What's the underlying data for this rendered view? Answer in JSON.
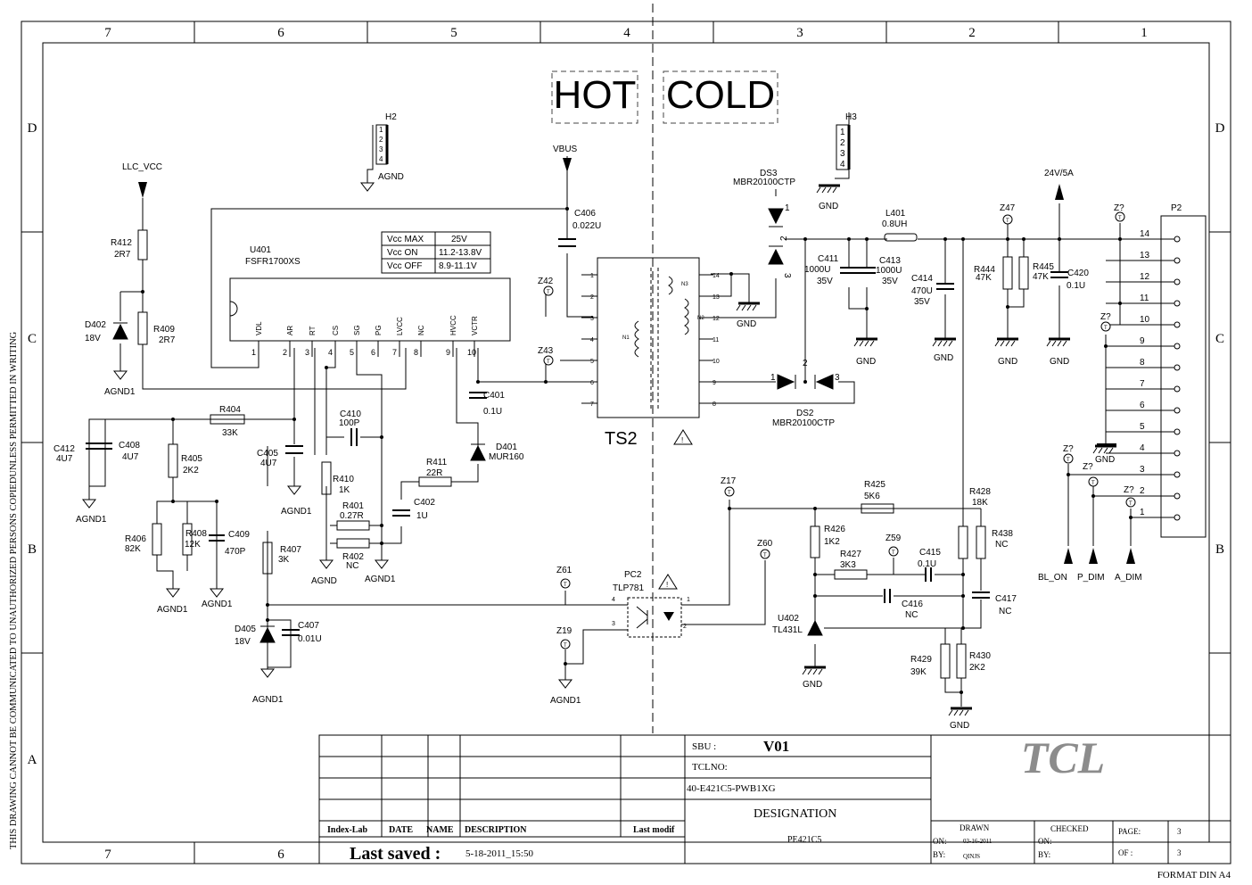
{
  "border": {
    "cols_top": [
      "7",
      "6",
      "5",
      "4",
      "3",
      "2",
      "1"
    ],
    "cols_bottom": [
      "7",
      "6"
    ],
    "rows": [
      "D",
      "C",
      "B",
      "A"
    ],
    "side_note": "THIS DRAWING CANNOT BE COMMUNICATED TO UNAUTHORIZED PERSONS COPIEDUNLESS  PERMITTED IN WRITING",
    "format": "FORMAT DIN A4"
  },
  "headings": {
    "hot": "HOT",
    "cold": "COLD",
    "transformer": "TS2"
  },
  "table": {
    "rows": [
      {
        "k": "Vcc MAX",
        "v": "25V"
      },
      {
        "k": "Vcc  ON",
        "v": "11.2-13.8V"
      },
      {
        "k": "Vcc OFF",
        "v": "8.9-11.1V"
      }
    ]
  },
  "ic": {
    "ref": "U401",
    "part": "FSFR1700XS",
    "pins": [
      {
        "name": "VDL",
        "num": "1"
      },
      {
        "name": "AR",
        "num": "2"
      },
      {
        "name": "RT",
        "num": "3"
      },
      {
        "name": "CS",
        "num": "4"
      },
      {
        "name": "SG",
        "num": "5"
      },
      {
        "name": "PG",
        "num": "6"
      },
      {
        "name": "LVCC",
        "num": "7"
      },
      {
        "name": "NC",
        "num": "8"
      },
      {
        "name": "HVCC",
        "num": "9"
      },
      {
        "name": "VCTR",
        "num": "10"
      }
    ]
  },
  "connector_h2": {
    "ref": "H2",
    "pins": [
      "1",
      "2",
      "3",
      "4"
    ],
    "gnd": "AGND"
  },
  "connector_h3": {
    "ref": "H3",
    "pins": [
      "1",
      "2",
      "3",
      "4"
    ],
    "gnd": "GND"
  },
  "connector_p2": {
    "ref": "P2",
    "pins": [
      "14",
      "13",
      "12",
      "11",
      "10",
      "9",
      "8",
      "7",
      "6",
      "5",
      "4",
      "3",
      "2",
      "1"
    ]
  },
  "transformer_pins": {
    "left": [
      "1",
      "2",
      "3",
      "4",
      "5",
      "6",
      "7"
    ],
    "right": [
      "14",
      "13",
      "12",
      "11",
      "10",
      "9",
      "8"
    ],
    "windings": [
      "N3",
      "N2",
      "N1"
    ]
  },
  "nets": {
    "llc_vcc": "LLC_VCC",
    "vbus": "VBUS",
    "out24": "24V/5A",
    "bl_on": "BL_ON",
    "p_dim": "P_DIM",
    "a_dim": "A_DIM"
  },
  "components": {
    "r412": [
      "R412",
      "2R7"
    ],
    "r409": [
      "R409",
      "2R7"
    ],
    "d402": [
      "D402",
      "18V"
    ],
    "c406": [
      "C406",
      "0.022U"
    ],
    "ds3": [
      "DS3",
      "MBR20100CTP"
    ],
    "ds2": [
      "DS2",
      "MBR20100CTP"
    ],
    "l401": [
      "L401",
      "0.8UH"
    ],
    "c411": [
      "C411",
      "1000U",
      "35V"
    ],
    "c413": [
      "C413",
      "1000U",
      "35V"
    ],
    "c414": [
      "C414",
      "470U",
      "35V"
    ],
    "r444": [
      "R444",
      "47K"
    ],
    "r445": [
      "R445",
      "47K"
    ],
    "c420": [
      "C420",
      "0.1U"
    ],
    "c401": [
      "C401",
      "0.1U"
    ],
    "d401": [
      "D401",
      "MUR160"
    ],
    "r404": [
      "R404",
      "33K"
    ],
    "c412": [
      "C412",
      "4U7"
    ],
    "c408": [
      "C408",
      "4U7"
    ],
    "r405": [
      "R405",
      "2K2"
    ],
    "c405": [
      "C405",
      "4U7"
    ],
    "c410": [
      "C410",
      "100P"
    ],
    "r410": [
      "R410",
      "1K"
    ],
    "r411": [
      "R411",
      "22R"
    ],
    "r401": [
      "R401",
      "0.27R"
    ],
    "r402": [
      "R402",
      "NC"
    ],
    "c402": [
      "C402",
      "1U"
    ],
    "r406": [
      "R406",
      "82K"
    ],
    "r408": [
      "R408",
      "12K"
    ],
    "c409": [
      "C409",
      "470P"
    ],
    "r407": [
      "R407",
      "3K"
    ],
    "d405": [
      "D405",
      "18V"
    ],
    "c407": [
      "C407",
      "0.01U"
    ],
    "pc2": [
      "PC2",
      "TLP781"
    ],
    "r425": [
      "R425",
      "5K6"
    ],
    "r428": [
      "R428",
      "18K"
    ],
    "r426": [
      "R426",
      "1K2"
    ],
    "r427": [
      "R427",
      "3K3"
    ],
    "c415": [
      "C415",
      "0.1U"
    ],
    "r438": [
      "R438",
      "NC"
    ],
    "c416": [
      "C416",
      "NC"
    ],
    "c417": [
      "C417",
      "NC"
    ],
    "u402": [
      "U402",
      "TL431L"
    ],
    "r429": [
      "R429",
      "39K"
    ],
    "r430": [
      "R430",
      "2K2"
    ]
  },
  "testpoints": {
    "z42": "Z42",
    "z43": "Z43",
    "z47": "Z47",
    "z17": "Z17",
    "z60": "Z60",
    "z59": "Z59",
    "z61": "Z61",
    "z19": "Z19",
    "zq": "Z?"
  },
  "grounds": {
    "agnd1": "AGND1",
    "agnd": "AGND",
    "gnd": "GND"
  },
  "titleblock": {
    "sbu_label": "SBU :",
    "sbu_value": "V01",
    "tclno_label": "TCLNO:",
    "tclno_value": "40-E421C5-PWB1XG",
    "designation_label": "DESIGNATION",
    "designation_value": "PE421C5",
    "logo": "TCL",
    "cols": [
      "Index-Lab",
      "DATE",
      "NAME",
      "DESCRIPTION",
      "Last modif"
    ],
    "last_saved_label": "Last saved :",
    "last_saved_value": "5-18-2011_15:50",
    "drawn": "DRAWN",
    "checked": "CHECKED",
    "page": "PAGE:",
    "page_value": "3",
    "of": "OF :",
    "of_value": "3",
    "on": "ON:",
    "by": "BY:",
    "drawn_date": "03-16-2011",
    "drawn_by": "QINJS"
  }
}
